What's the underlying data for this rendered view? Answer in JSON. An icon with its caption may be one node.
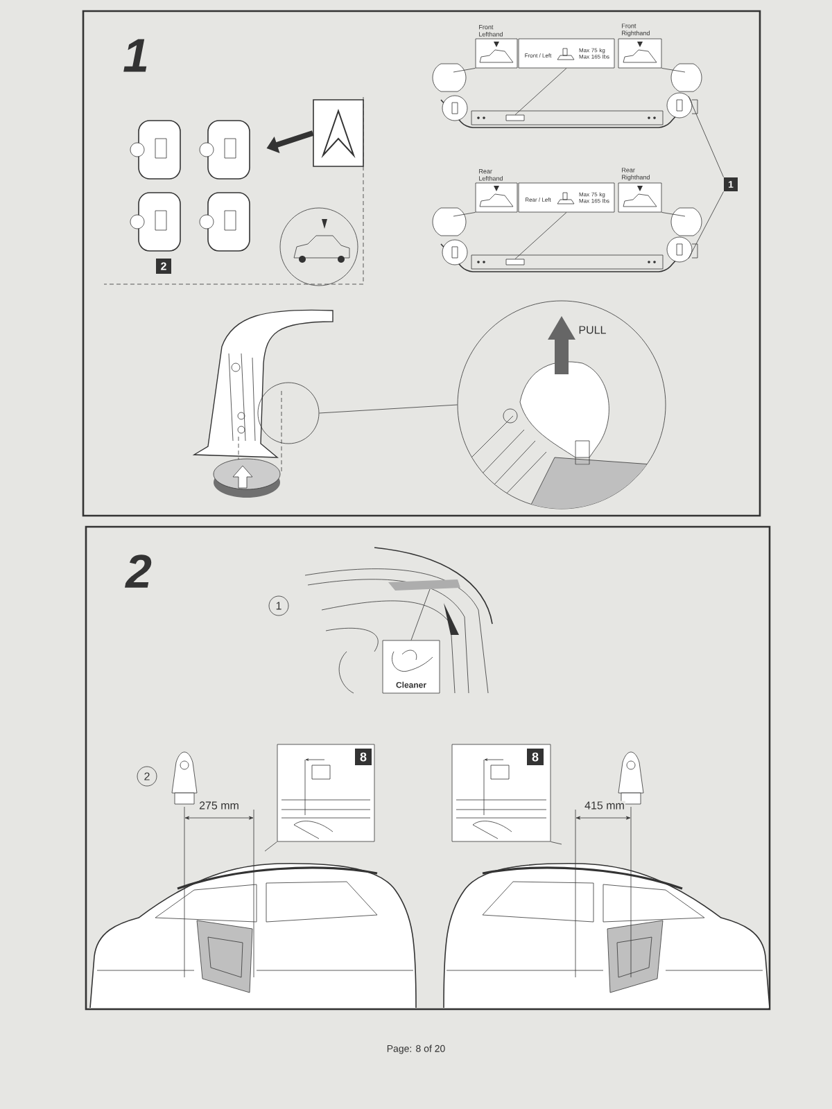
{
  "diagram": {
    "nodes": [
      {
        "text": [],
        "shape": "picture"
      },
      {
        "text": [],
        "shape": "picture"
      },
      {
        "text": [
          "Front Lefthand"
        ]
      },
      {
        "text": [
          "Front / Left",
          "Max 75 kg Max 165 lbs"
        ]
      },
      {
        "text": [
          "Front Righthand"
        ]
      },
      {
        "text": [
          "1"
        ]
      },
      {
        "text": [],
        "shape": "picture"
      },
      {
        "text": [],
        "shape": "picture"
      },
      {
        "text": [
          "Rear Lefthand"
        ]
      },
      {
        "text": [
          "Rear / Left",
          "Max 75 kg Max 165 lbs"
        ]
      },
      {
        "text": [
          "Rear Righthand"
        ]
      },
      {
        "text": [],
        "shape": "circle"
      },
      {
        "text": [
          "PULL"
        ]
      },
      {
        "text": [
          "Cleaner"
        ]
      },
      {
        "text": [
          "8"
        ]
      },
      {
        "text": [
          "8"
        ]
      },
      {
        "text": [
          "2"
        ]
      },
      {
        "text": [],
        "shape": "box"
      },
      {
        "text": [],
        "shape": "box"
      }
    ],
    "edges": [
      {
        "from": 0,
        "to": 1,
        "arrow": "to",
        "style": "thick"
      },
      {
        "from": 2,
        "to": null,
        "arrow": "none"
      },
      {
        "from": 3,
        "to": 17,
        "arrow": "none"
      },
      {
        "from": 4,
        "to": null,
        "arrow": "none"
      },
      {
        "from": 5,
        "to": 6,
        "arrow": "none"
      },
      {
        "from": 5,
        "to": 7,
        "arrow": "none"
      },
      {
        "from": 8,
        "to": null,
        "arrow": "none"
      },
      {
        "from": 9,
        "to": 18,
        "arrow": "none"
      },
      {
        "from": 10,
        "to": null,
        "arrow": "none"
      },
      {
        "from": 11,
        "to": 12,
        "arrow": "none"
      },
      {
        "from": 13,
        "to": null,
        "arrow": "none"
      },
      {
        "from": 14,
        "to": null,
        "arrow": "none"
      },
      {
        "from": 15,
        "to": null,
        "arrow": "none"
      }
    ],
    "labels": [
      "1",
      "2",
      "1",
      "2",
      "275 mm",
      "415 mm",
      "Page: 8 of 20"
    ]
  }
}
